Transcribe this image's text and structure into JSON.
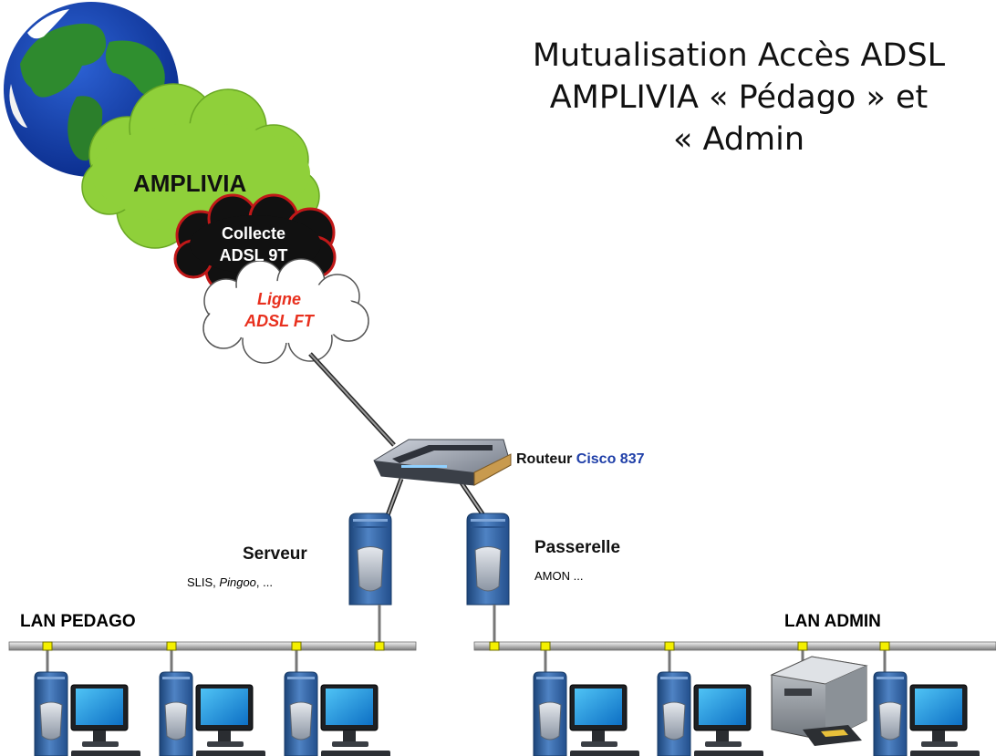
{
  "title": {
    "line1": "Mutualisation  Accès ADSL",
    "line2": "AMPLIVIA « Pédago » et",
    "line3": "« Admin"
  },
  "clouds": {
    "amplivia": "AMPLIVIA",
    "collecte_line1": "Collecte",
    "collecte_line2": "ADSL 9T",
    "ligne_line1": "Ligne",
    "ligne_line2": "ADSL FT"
  },
  "router": {
    "label_prefix": "Routeur ",
    "label_model": "Cisco 837"
  },
  "serveur": {
    "title": "Serveur",
    "detail_plain": "SLIS, ",
    "detail_italic": "Pingoo",
    "detail_tail": ",  ..."
  },
  "passerelle": {
    "title": "Passerelle",
    "detail": "AMON ..."
  },
  "lan_pedago": "LAN PEDAGO",
  "lan_admin": "LAN ADMIN",
  "colors": {
    "amplivia_cloud": "#8fd03a",
    "collecte_cloud": "#111111",
    "ligne_text": "#e8301e",
    "cisco_text": "#1f3fa8",
    "tower": "#3f6fb0",
    "connector": "#f4f000"
  },
  "icons": [
    "globe-icon",
    "router-icon",
    "server-tower-icon",
    "workstation-icon",
    "printer-icon"
  ]
}
